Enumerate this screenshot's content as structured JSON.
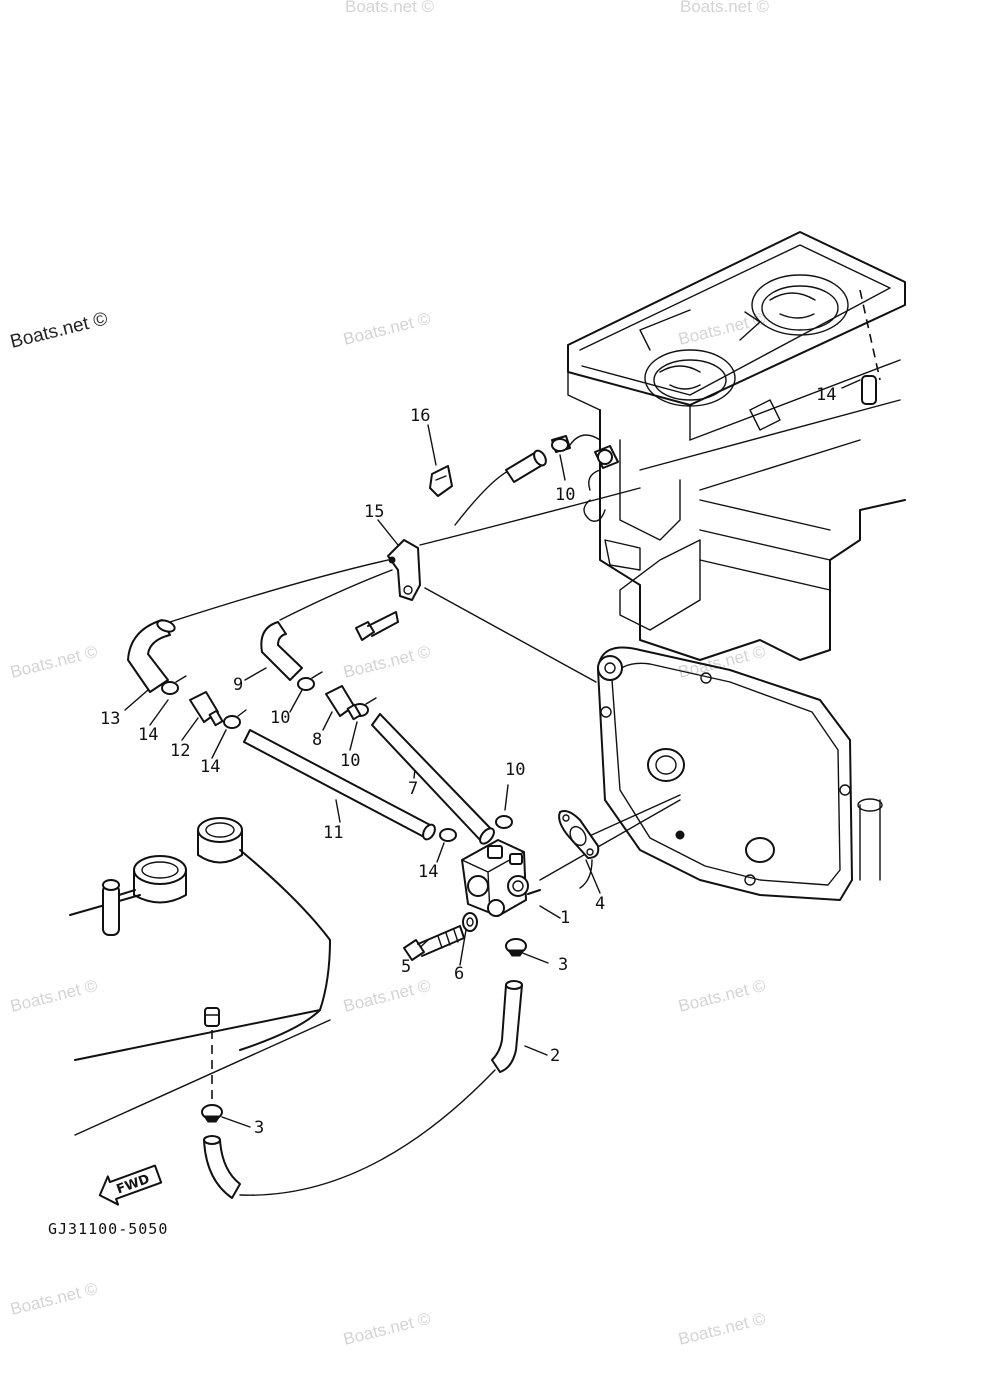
{
  "watermarks": {
    "main": "Boats.net ©",
    "faint": "Boats.net ©"
  },
  "callouts": {
    "c1": "1",
    "c2": "2",
    "c3a": "3",
    "c3b": "3",
    "c4": "4",
    "c5": "5",
    "c6": "6",
    "c7": "7",
    "c8": "8",
    "c9": "9",
    "c10a": "10",
    "c10b": "10",
    "c10c": "10",
    "c10d": "10",
    "c11": "11",
    "c12": "12",
    "c13": "13",
    "c14a": "14",
    "c14b": "14",
    "c14c": "14",
    "c14d": "14",
    "c15": "15",
    "c16": "16"
  },
  "fwd_label": "FWD",
  "diagram_code": "GJ31100-5050"
}
